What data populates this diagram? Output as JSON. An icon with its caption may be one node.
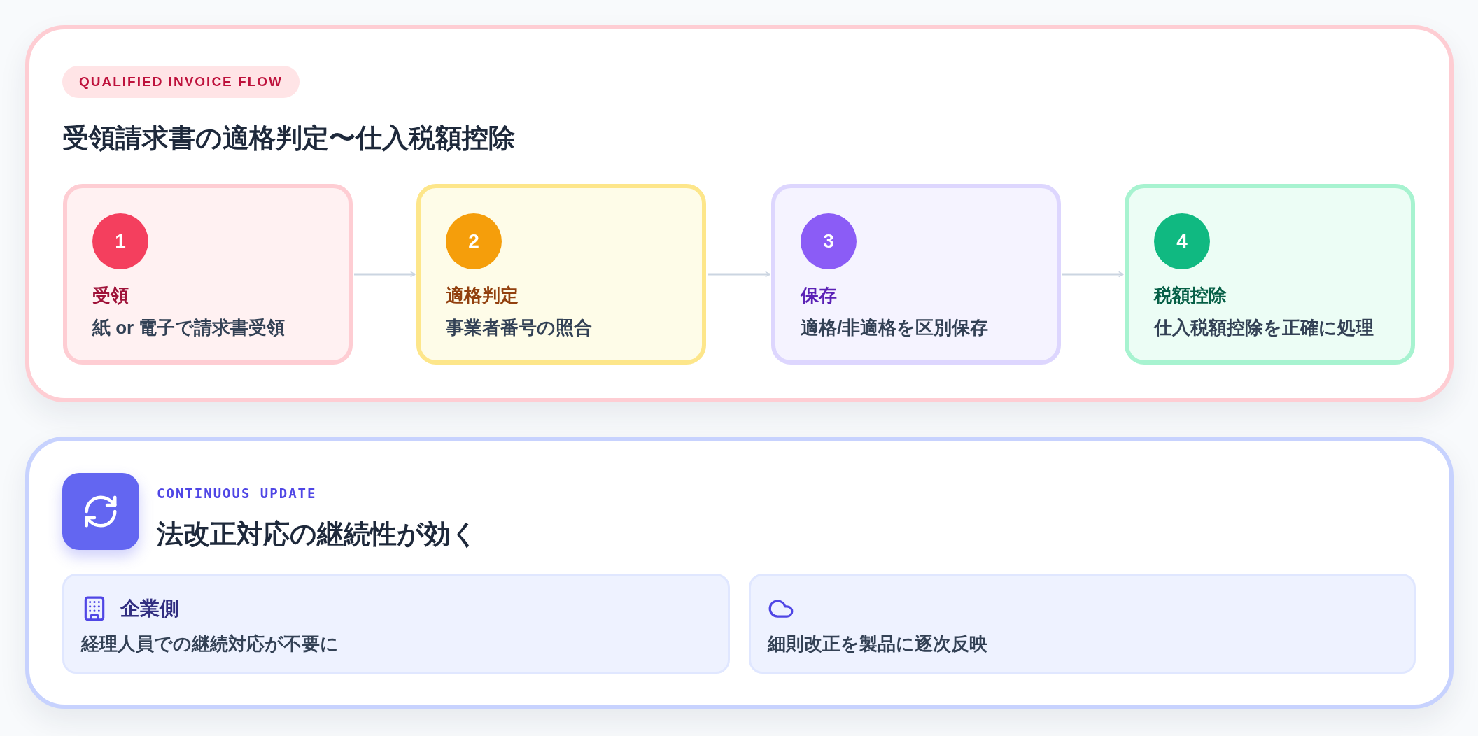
{
  "diagram": {
    "nodes": [
      {
        "text": [
          "QUALIFIED INVOICE FLOW",
          "受領請求書の適格判定〜仕入税額控除"
        ]
      },
      {
        "text": [
          "1",
          "受領",
          "紙 or 電子で請求書受領"
        ],
        "in": 0
      },
      {
        "text": [
          "2",
          "適格判定",
          "事業者番号の照合"
        ],
        "in": 0
      },
      {
        "text": [
          "3",
          "保存",
          "適格/非適格を区別保存"
        ],
        "in": 0
      },
      {
        "text": [
          "4",
          "税額控除",
          "仕入税額控除を正確に処理"
        ],
        "in": 0
      },
      {
        "text": [
          "CONTINUOUS UPDATE",
          "法改正対応の継続性が効く"
        ]
      },
      {
        "text": [
          "企業側",
          "経理人員での継続対応が不要に"
        ],
        "in": 5
      },
      {
        "text": [
          "細則改正を製品に逐次反映"
        ],
        "in": 5
      }
    ],
    "edges": [
      {
        "from": 1,
        "to": 2,
        "arrow": "to"
      },
      {
        "from": 2,
        "to": 3,
        "arrow": "to"
      },
      {
        "from": 3,
        "to": 4,
        "arrow": "to"
      }
    ]
  }
}
